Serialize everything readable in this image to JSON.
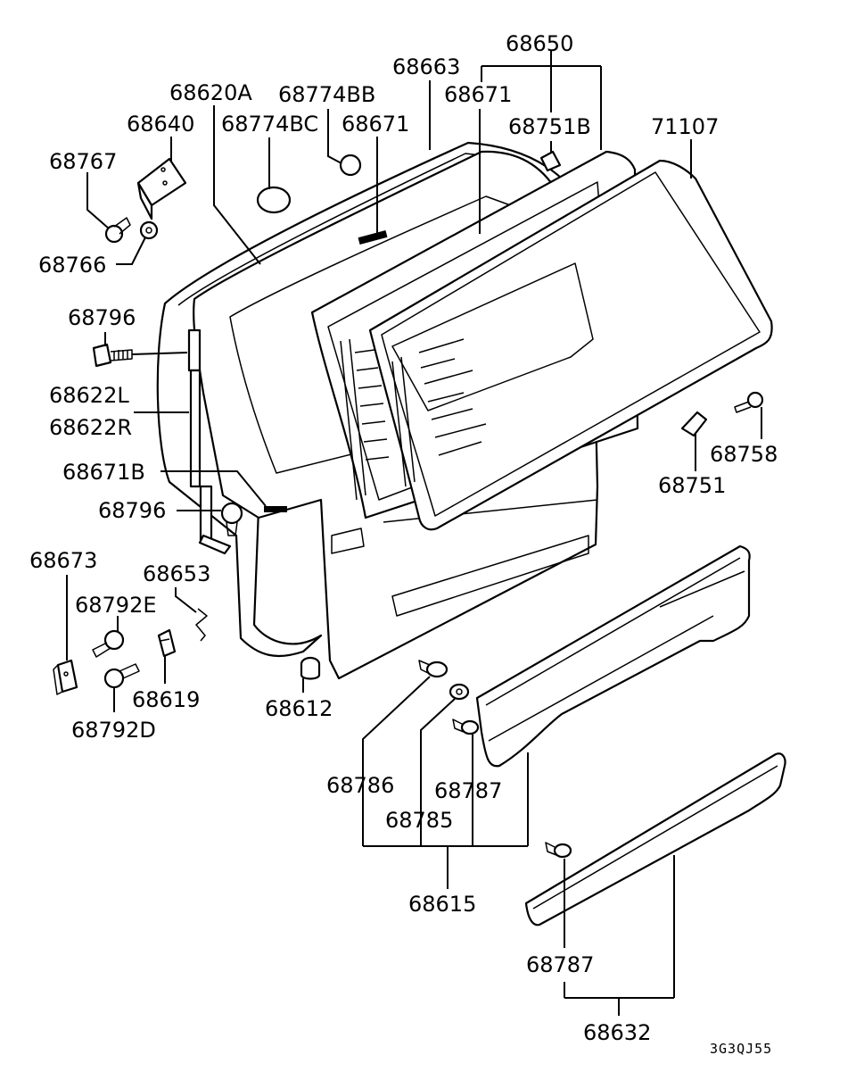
{
  "diagram": {
    "drawing_code": "3G3QJ55",
    "labels": {
      "p68650": "68650",
      "p68663": "68663",
      "p68620A": "68620A",
      "p68774BB": "68774BB",
      "p68671_top": "68671",
      "p68640": "68640",
      "p68774BC": "68774BC",
      "p68671_mid": "68671",
      "p68751B": "68751B",
      "p71107": "71107",
      "p68767": "68767",
      "p68766": "68766",
      "p68796_a": "68796",
      "p68622L": "68622L",
      "p68622R": "68622R",
      "p68671B": "68671B",
      "p68796_b": "68796",
      "p68758": "68758",
      "p68751": "68751",
      "p68673": "68673",
      "p68653": "68653",
      "p68792E": "68792E",
      "p68619": "68619",
      "p68792D": "68792D",
      "p68612": "68612",
      "p68786": "68786",
      "p68787_a": "68787",
      "p68785": "68785",
      "p68615": "68615",
      "p68787_b": "68787",
      "p68632": "68632"
    }
  }
}
